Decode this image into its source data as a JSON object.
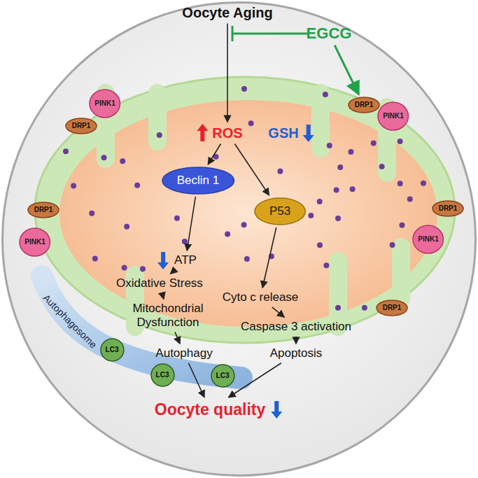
{
  "diagram": {
    "nodes": [
      {
        "text": [
          "Oocyte Aging"
        ]
      },
      {
        "text": [
          "EGCG"
        ]
      },
      {
        "text": [
          "PINK1"
        ]
      },
      {
        "text": [
          "DRP1"
        ]
      },
      {
        "text": [
          "PINK1"
        ]
      },
      {
        "text": [
          "DRP1"
        ]
      },
      {
        "text": [
          "ROS"
        ]
      },
      {
        "text": [
          "GSH"
        ]
      },
      {
        "text": [
          "Beclin 1"
        ]
      },
      {
        "text": [
          "DRP1"
        ]
      },
      {
        "text": [
          "P53"
        ]
      },
      {
        "text": [
          "PINK1"
        ]
      },
      {
        "text": [
          "DRP1"
        ]
      },
      {
        "text": [
          "ATP"
        ]
      },
      {
        "text": [
          "PINK1"
        ]
      },
      {
        "text": [
          "Oxidative Stress"
        ]
      },
      {
        "text": [
          "Cyto c release"
        ]
      },
      {
        "text": [
          "DRP1"
        ]
      },
      {
        "text": [
          "Mitochondrial Dysfunction"
        ]
      },
      {
        "text": [
          "Autophagosome"
        ]
      },
      {
        "text": [
          "Caspase 3 activation"
        ]
      },
      {
        "text": [
          "Autophagy"
        ]
      },
      {
        "text": [
          "Apoptosis"
        ]
      },
      {
        "text": [
          "LC3"
        ]
      },
      {
        "text": [
          "LC3"
        ]
      },
      {
        "text": [
          "LC3"
        ]
      },
      {
        "text": [
          "Oocyte quality"
        ]
      }
    ],
    "edges": [
      {
        "from": 0,
        "to": 6,
        "arrow": "to"
      },
      {
        "from": 1,
        "to": 3,
        "arrow": "to"
      },
      {
        "from": 6,
        "to": 8,
        "arrow": "to"
      },
      {
        "from": 6,
        "to": 10,
        "arrow": "to"
      },
      {
        "from": 8,
        "to": 13,
        "arrow": "to"
      },
      {
        "from": 13,
        "to": 15,
        "arrow": "to"
      },
      {
        "from": 15,
        "to": 18,
        "arrow": "to"
      },
      {
        "from": 10,
        "to": 16,
        "arrow": "to"
      },
      {
        "from": 16,
        "to": 20,
        "arrow": "to"
      },
      {
        "from": 18,
        "to": 21,
        "arrow": "to"
      },
      {
        "from": 20,
        "to": 22,
        "arrow": "to"
      },
      {
        "from": 21,
        "to": 26,
        "arrow": "to"
      },
      {
        "from": 22,
        "to": 26,
        "arrow": "to"
      }
    ]
  }
}
